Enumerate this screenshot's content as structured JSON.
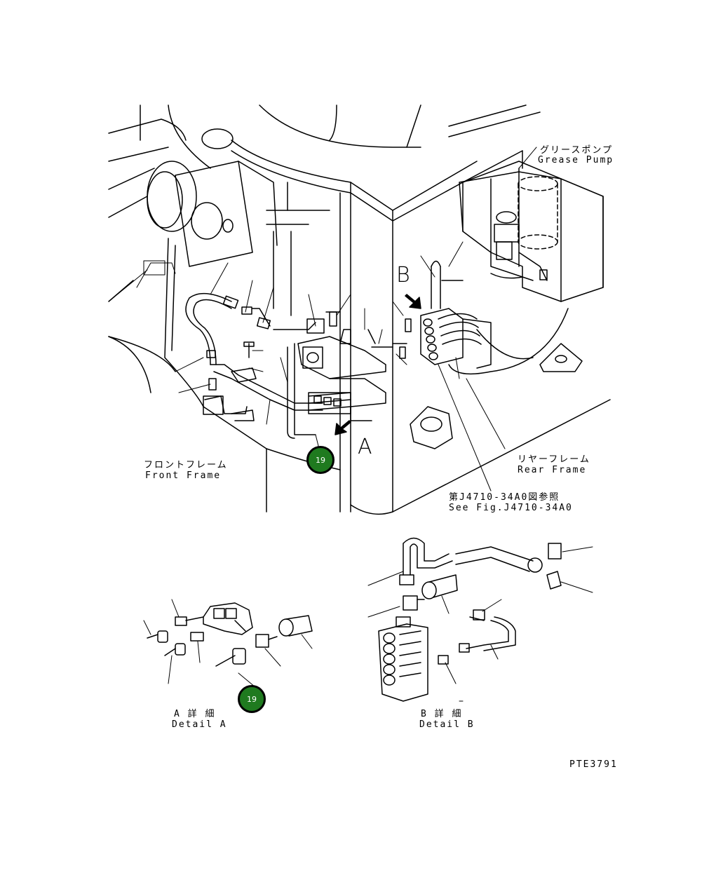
{
  "labels": {
    "grease_pump_jp": "グリースポンプ",
    "grease_pump_en": "Grease Pump",
    "front_frame_jp": "フロントフレーム",
    "front_frame_en": "Front Frame",
    "rear_frame_jp": "リヤーフレーム",
    "rear_frame_en": "Rear Frame",
    "see_fig_jp": "第J4710-34A0図参照",
    "see_fig_en": "See Fig.J4710-34A0",
    "detail_a_jp": "A 詳 細",
    "detail_a_en": "Detail A",
    "detail_b_jp": "B 詳 細",
    "detail_b_en": "Detail B",
    "view_a": "A",
    "view_b": "B",
    "figure_code": "PTE3791"
  },
  "callouts": [
    {
      "number": "19"
    },
    {
      "number": "19"
    }
  ],
  "colors": {
    "callout_fill": "#1f7a1f",
    "line": "#000000"
  }
}
